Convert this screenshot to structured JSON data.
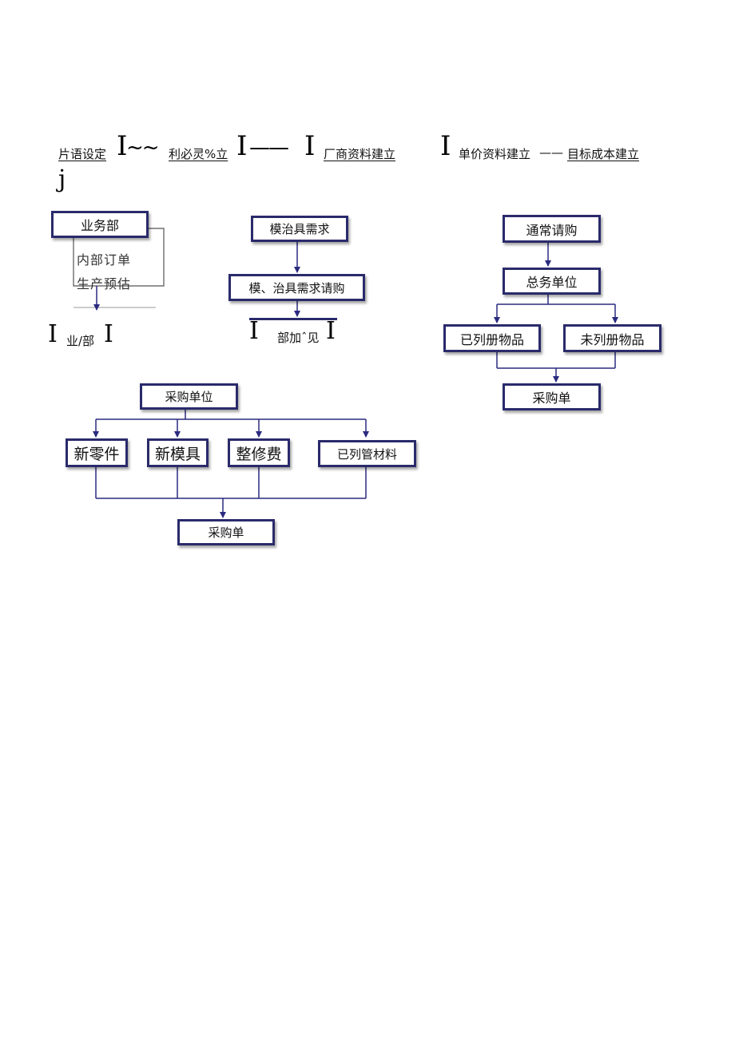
{
  "header": {
    "item1": "片语设定",
    "bar_glyph": "I",
    "tilde": "~~",
    "item2": "利必灵%立",
    "long_dash": "——",
    "item3": "厂商资料建立",
    "item4": "单价资料建立",
    "item4_dash": "——",
    "item5": "目标成本建立",
    "stray_mark": "j"
  },
  "flow_sales": {
    "top": "业务部",
    "note_line1": "内部订单",
    "note_line2": "生产预估",
    "bottom": "业/部"
  },
  "flow_mold": {
    "top": "模治具需求",
    "middle": "模、治具需求请购",
    "bottom": "部加ˆ见"
  },
  "flow_general": {
    "top": "通常请购",
    "second": "总务单位",
    "left": "已列册物品",
    "right": "未列册物品",
    "bottom": "采购单"
  },
  "flow_purchase": {
    "top": "采购单位",
    "items": [
      "新零件",
      "新模具",
      "整修费",
      "已列管材料"
    ],
    "bottom": "采购单"
  },
  "colors": {
    "box_border": "#2a2a6b",
    "arrow": "#2a2a80"
  }
}
